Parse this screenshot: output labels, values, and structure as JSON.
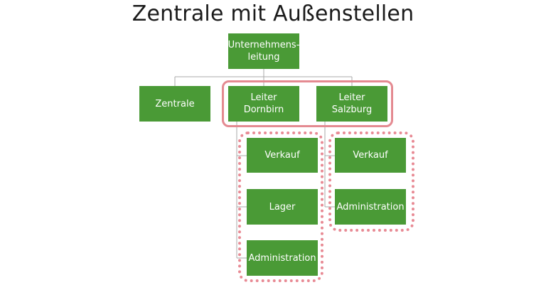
{
  "title": "Zentrale mit Außenstellen",
  "nodes": {
    "root": "Unternehmens-\nleitung",
    "zentrale": "Zentrale",
    "dornbirn": "Leiter Dornbirn",
    "salzburg": "Leiter Salzburg",
    "dornbirn_children": [
      "Verkauf",
      "Lager",
      "Administration"
    ],
    "salzburg_children": [
      "Verkauf",
      "Administration"
    ]
  },
  "colors": {
    "node_fill": "#4a9a36",
    "node_text": "#ffffff",
    "connector": "#a9a9a9",
    "highlight": "#e48a91"
  }
}
